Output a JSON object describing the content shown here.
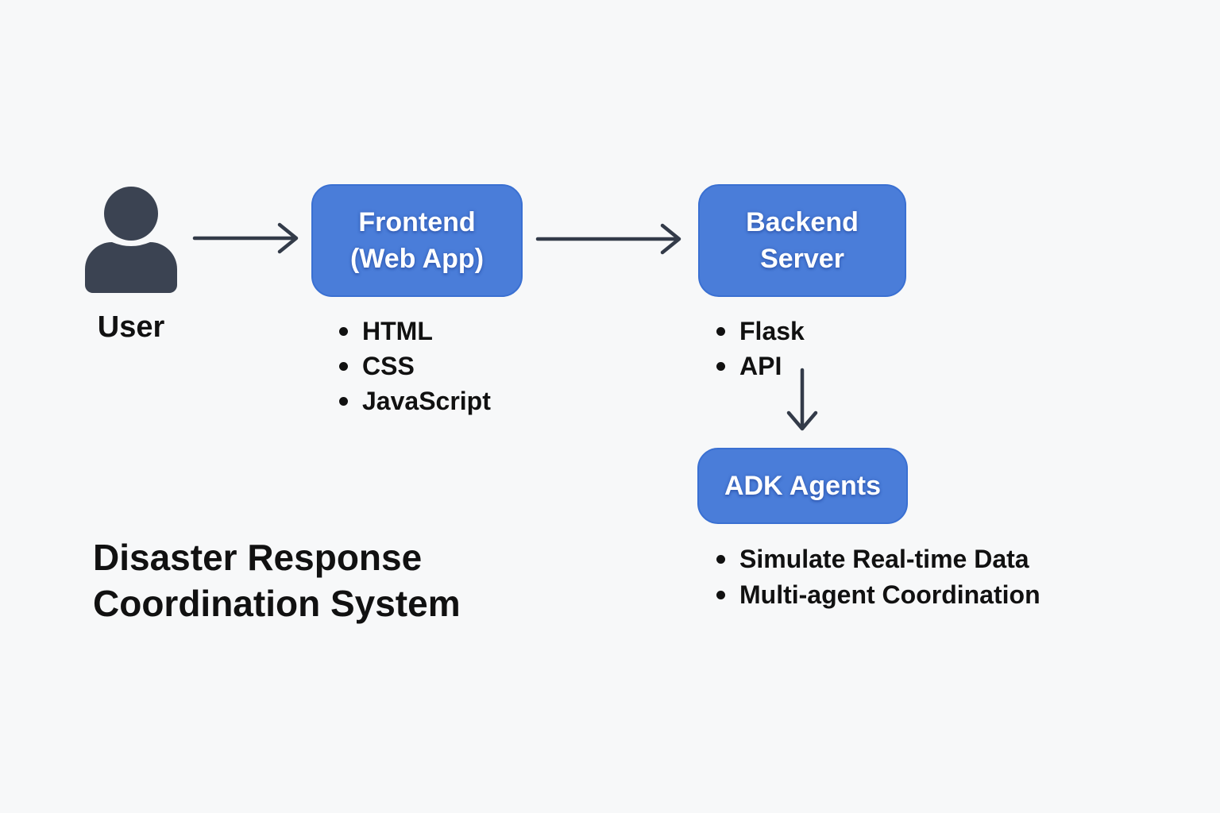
{
  "diagram": {
    "title": "Disaster Response Coordination System",
    "title_line1": "Disaster Response",
    "title_line2": "Coordination System",
    "user": {
      "label": "User"
    },
    "nodes": [
      {
        "id": "frontend",
        "label_line1": "Frontend",
        "label_line2": "(Web App)",
        "bullets": [
          "HTML",
          "CSS",
          "JavaScript"
        ]
      },
      {
        "id": "backend",
        "label_line1": "Backend",
        "label_line2": "Server",
        "bullets": [
          "Flask",
          "API"
        ]
      },
      {
        "id": "adk",
        "label_line1": "ADK Agents",
        "bullets": [
          "Simulate Real-time Data",
          "Multi-agent Coordination"
        ]
      }
    ],
    "connections": [
      {
        "from": "user",
        "to": "frontend",
        "direction": "right"
      },
      {
        "from": "frontend",
        "to": "backend",
        "direction": "right"
      },
      {
        "from": "backend",
        "to": "adk",
        "direction": "down"
      }
    ],
    "colors": {
      "background": "#f7f8f9",
      "node_fill": "#4a7dd9",
      "node_border": "#3a70d2",
      "node_text": "#ffffff",
      "arrow_color": "#333b49",
      "icon_color": "#3b4352",
      "text_color": "#111111"
    }
  }
}
